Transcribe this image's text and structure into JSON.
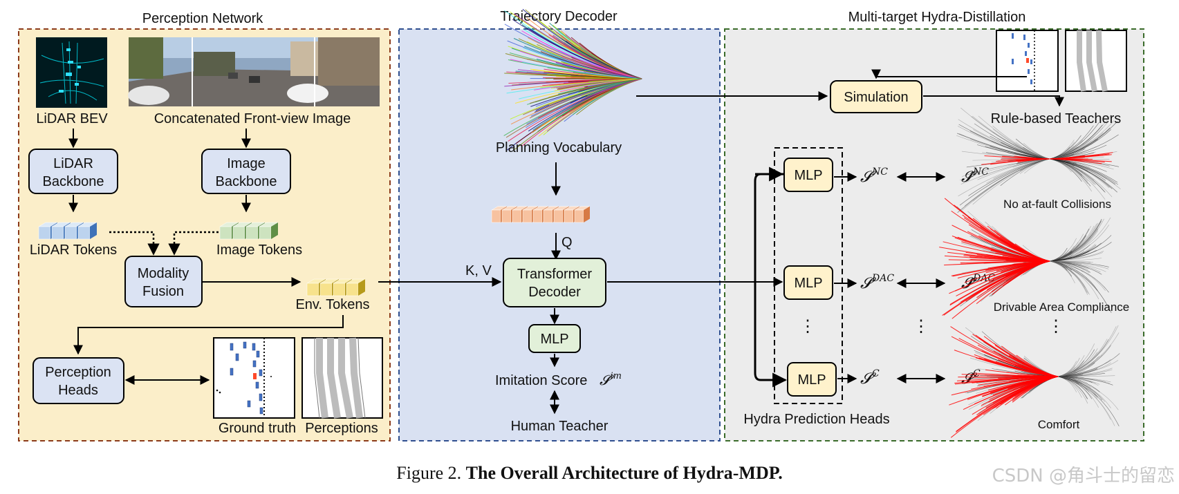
{
  "sections": {
    "perception": "Perception Network",
    "decoder": "Trajectory Decoder",
    "distill": "Multi-target Hydra-Distillation"
  },
  "perception": {
    "lidar_bev": "LiDAR BEV",
    "front_image": "Concatenated Front-view Image",
    "lidar_backbone": [
      "LiDAR",
      "Backbone"
    ],
    "image_backbone": [
      "Image",
      "Backbone"
    ],
    "lidar_tokens": "LiDAR Tokens",
    "image_tokens": "Image Tokens",
    "fusion": [
      "Modality",
      "Fusion"
    ],
    "env_tokens": "Env. Tokens",
    "perception_heads": [
      "Perception",
      "Heads"
    ],
    "ground_truth": "Ground truth",
    "perceptions": "Perceptions"
  },
  "decoder": {
    "vocab": "Planning Vocabulary",
    "q": "Q",
    "kv": "K, V",
    "transformer": [
      "Transformer",
      "Decoder"
    ],
    "mlp": "MLP",
    "imitation": "Imitation Score",
    "imitation_sym": "𝓢",
    "imitation_sup": "im",
    "human": "Human Teacher"
  },
  "distill": {
    "simulation": "Simulation",
    "rule_teachers": "Rule-based Teachers",
    "hydra_heads": "Hydra Prediction Heads",
    "mlp": "MLP",
    "dots": "⋮",
    "heads": [
      {
        "sup": "NC",
        "teacher": "No at-fault Collisions"
      },
      {
        "sup": "DAC",
        "teacher": "Drivable Area Compliance"
      },
      {
        "sup": "C",
        "teacher": "Comfort"
      }
    ]
  },
  "caption": {
    "prefix": "Figure 2. ",
    "title": "The Overall Architecture of Hydra-MDP."
  },
  "watermark": "CSDN @角斗士的留恋",
  "colors": {
    "perception_bg": "#fbeec9",
    "perception_border": "#8b3a1a",
    "decoder_bg": "#d9e1f2",
    "decoder_border": "#2f4f8f",
    "distill_bg": "#ececec",
    "distill_border": "#3a6b2a",
    "blue_box": "#dbe3f3",
    "green_box": "#e2f0d9",
    "yellow_box": "#fff2cc",
    "red_traj": "#ff0000"
  }
}
